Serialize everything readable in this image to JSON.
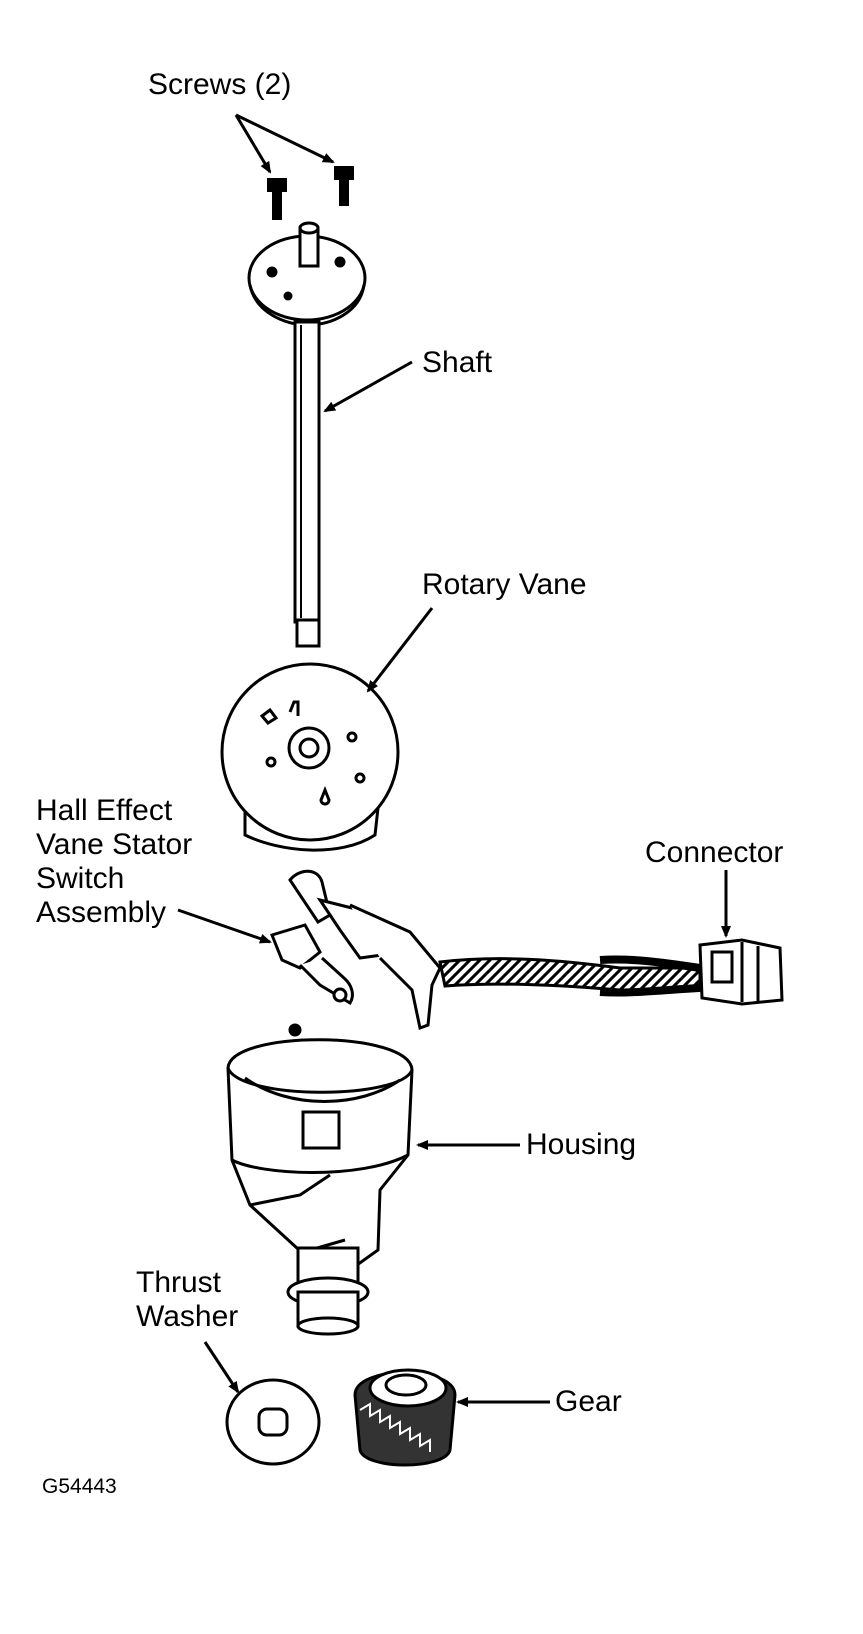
{
  "labels": {
    "screws": "Screws (2)",
    "shaft": "Shaft",
    "rotary_vane": "Rotary Vane",
    "hall_effect": [
      "Hall Effect",
      "Vane Stator",
      "Switch",
      "Assembly"
    ],
    "connector": "Connector",
    "housing": "Housing",
    "thrust_washer": [
      "Thrust",
      "Washer"
    ],
    "gear": "Gear",
    "figure_id": "G54443"
  },
  "colors": {
    "ink": "#000000",
    "paper": "#ffffff"
  }
}
